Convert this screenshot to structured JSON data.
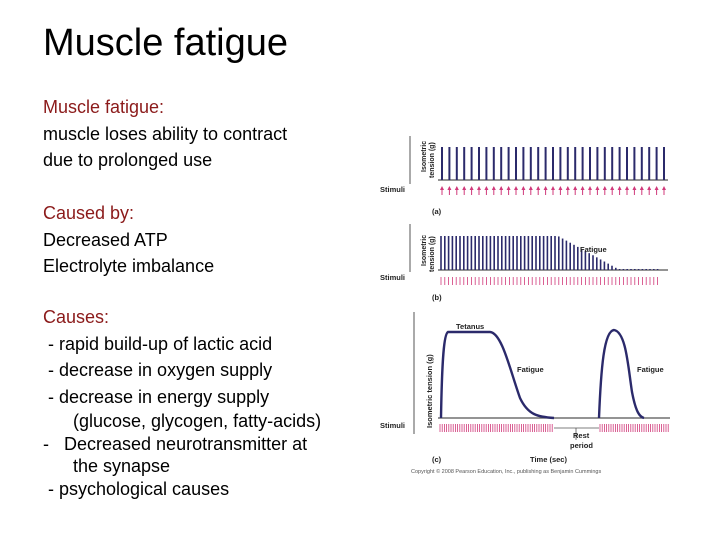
{
  "slide": {
    "title": "Muscle fatigue",
    "definition": {
      "heading": "Muscle fatigue:",
      "lines": [
        "muscle loses ability to contract",
        "due to prolonged use"
      ]
    },
    "caused_by": {
      "heading": "Caused by:",
      "items": [
        "Decreased ATP",
        "Electrolyte imbalance"
      ]
    },
    "causes": {
      "heading": "Causes:",
      "items": [
        " - rapid build-up of lactic acid",
        " - decrease in oxygen supply",
        " - decrease in energy supply",
        "      (glucose, glycogen, fatty-acids)",
        "-   Decreased neurotransmitter at",
        "      the synapse",
        " - psychological causes"
      ]
    }
  },
  "figure": {
    "panel_a": {
      "ylabel_1": "Isometric",
      "ylabel_2": "tension (g)",
      "stimuli_label": "Stimuli",
      "panel_label": "(a)"
    },
    "panel_b": {
      "ylabel_1": "Isometric",
      "ylabel_2": "tension (g)",
      "stimuli_label": "Stimuli",
      "panel_label": "(b)",
      "annotation": "Fatigue"
    },
    "panel_c": {
      "ylabel": "Isometric tension (g)",
      "stimuli_label": "Stimuli",
      "panel_label": "(c)",
      "tetanus_label": "Tetanus",
      "fatigue_label_1": "Fatigue",
      "fatigue_label_2": "Fatigue",
      "rest_label_1": "Rest",
      "rest_label_2": "period",
      "xlabel": "Time (sec)"
    },
    "copyright": "Copyright © 2008 Pearson Education, Inc., publishing as Benjamin Cummings",
    "colors": {
      "trace": "#2b2a6b",
      "stimulus": "#d0397a",
      "text": "#222222"
    }
  }
}
